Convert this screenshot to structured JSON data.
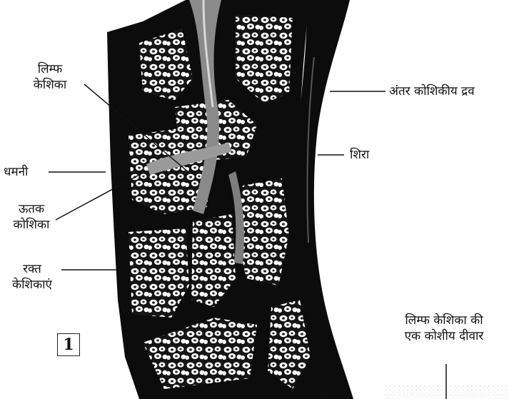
{
  "labels": {
    "lymph_capillary": [
      "लिम्फ",
      "केशिका"
    ],
    "interstitial_fluid": "अंतर कोशिकीय द्रव",
    "vein": "शिरा",
    "artery": "धमनी",
    "tissue_cell": [
      "ऊतक",
      "कोशिका"
    ],
    "blood_capillaries": [
      "रक्त",
      "केशिकाएं"
    ],
    "lymph_wall": [
      "लिम्फ केशिका की",
      "एक कोशीय दीवार"
    ]
  },
  "figure_number": "1",
  "colors": {
    "tissue_dark": "#0c0c0c",
    "cell_fill": "#ffffff",
    "gray_vessel": "#8a8a8a"
  }
}
